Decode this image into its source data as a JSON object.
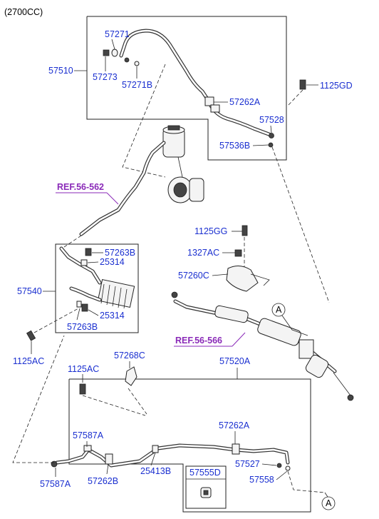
{
  "header": "(2700CC)",
  "references": {
    "ref1": "REF.56-562",
    "ref2": "REF.56-566"
  },
  "callouts": {
    "a_top": "A",
    "a_bottom": "A"
  },
  "labels": {
    "p57271": "57271",
    "p57273": "57273",
    "p57271b": "57271B",
    "p57510": "57510",
    "p1125gd": "1125GD",
    "p57262a_top": "57262A",
    "p57528": "57528",
    "p57536b": "57536B",
    "p1125gg": "1125GG",
    "p1327ac": "1327AC",
    "p57260c": "57260C",
    "p57263b_top": "57263B",
    "p25314_top": "25314",
    "p57540": "57540",
    "p25314_bot": "25314",
    "p57263b_bot": "57263B",
    "p1125ac_left": "1125AC",
    "p57268c": "57268C",
    "p57520a": "57520A",
    "p1125ac_mid": "1125AC",
    "p57262a_bot": "57262A",
    "p57587a_top": "57587A",
    "p57527": "57527",
    "p57587a_bot": "57587A",
    "p57262b": "57262B",
    "p25413b": "25413B",
    "p57555d": "57555D",
    "p57558": "57558"
  },
  "colors": {
    "label": "#1a2fd0",
    "reference": "#8a2ab8",
    "line": "#222222"
  }
}
